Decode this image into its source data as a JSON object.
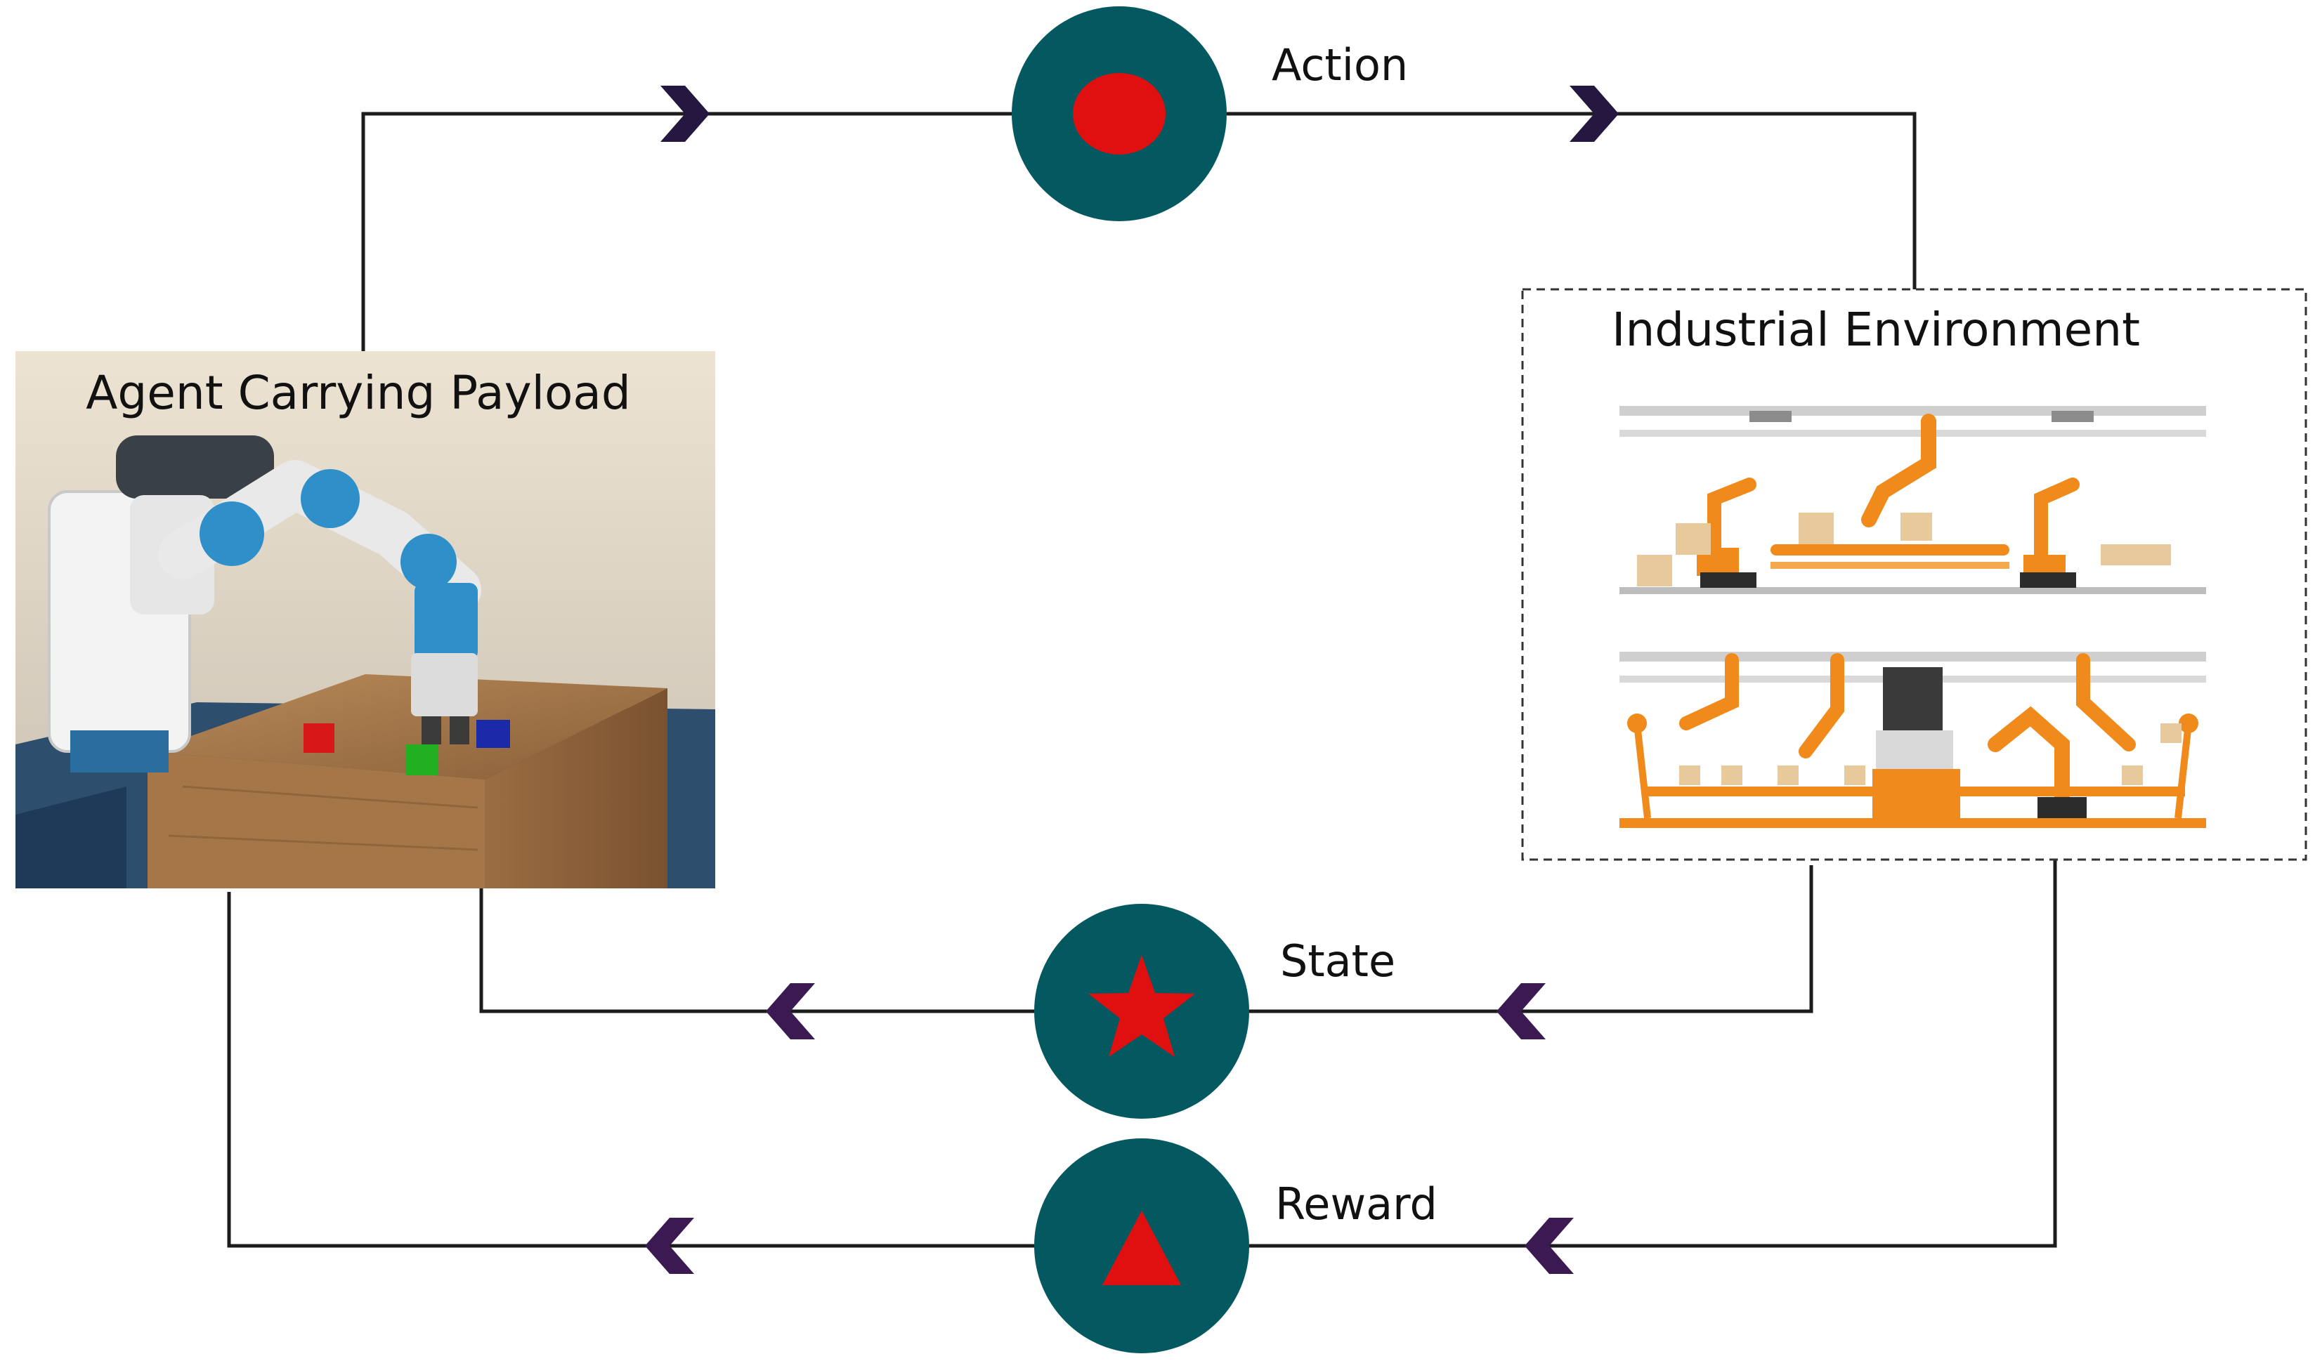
{
  "labels": {
    "action": "Action",
    "state": "State",
    "reward": "Reward",
    "agent_title": "Agent Carrying Payload",
    "environment_title": "Industrial Environment"
  },
  "colors": {
    "node_fill": "#04585f",
    "symbol_fill": "#e01010",
    "line": "#1c1c1c",
    "chevron": "#25173f",
    "agent_bg": "#e8dcc8",
    "robot_orange": "#f08a1a"
  },
  "icons": {
    "action_node": "circle-icon",
    "state_node": "star-icon",
    "reward_node": "triangle-icon"
  }
}
